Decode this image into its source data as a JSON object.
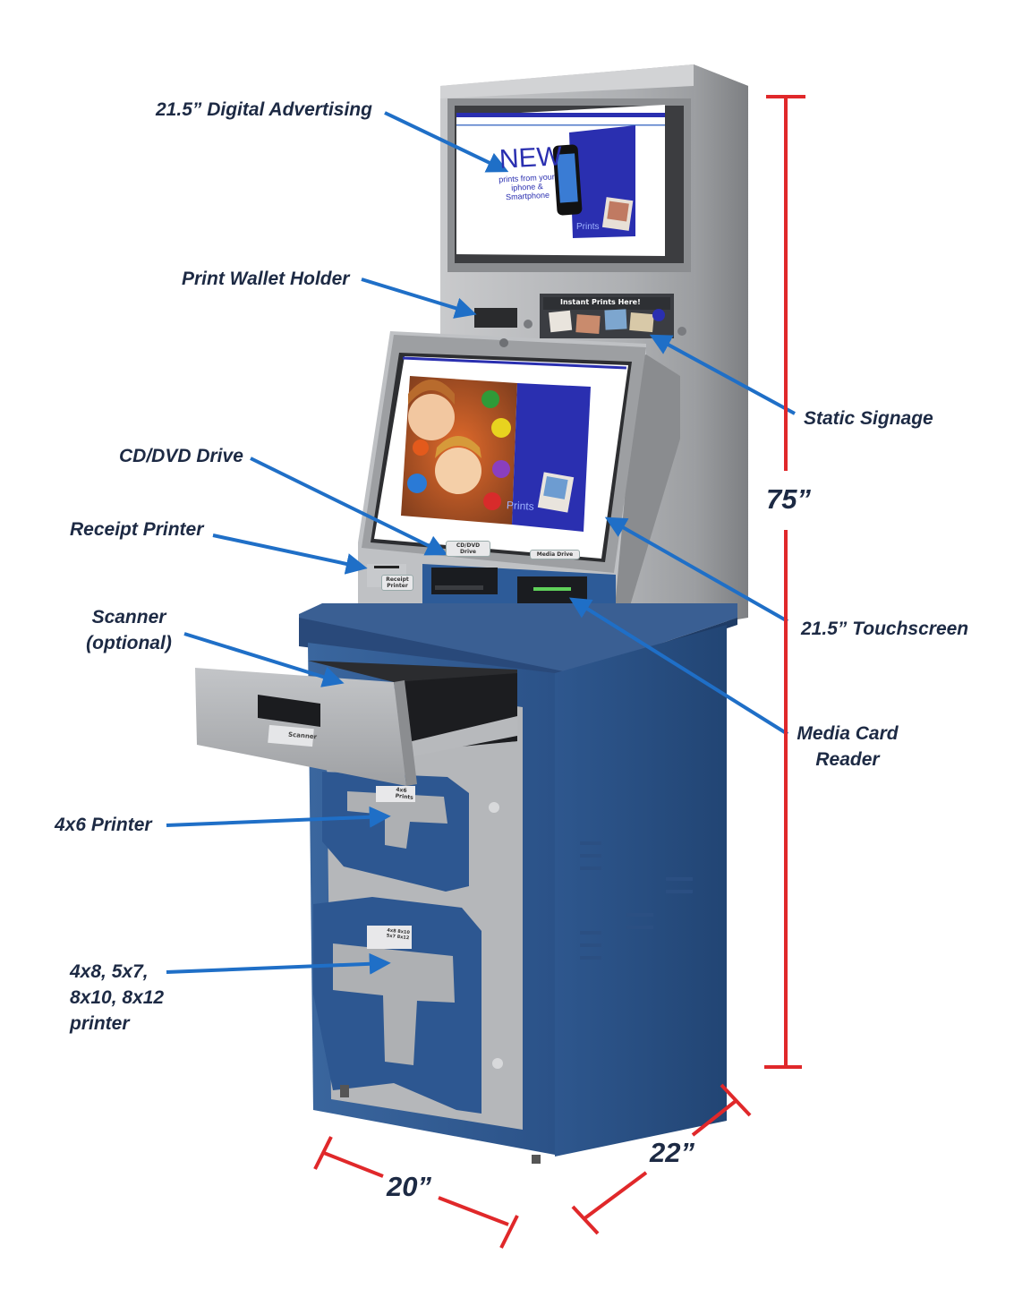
{
  "callouts": {
    "digital_advertising": "21.5” Digital Advertising",
    "print_wallet_holder": "Print Wallet Holder",
    "static_signage": "Static Signage",
    "cd_dvd_drive": "CD/DVD Drive",
    "receipt_printer": "Receipt Printer",
    "scanner_line1": "Scanner",
    "scanner_line2": "(optional)",
    "touchscreen": "21.5” Touchscreen",
    "media_card_line1": "Media Card",
    "media_card_line2": "Reader",
    "printer_4x6": "4x6 Printer",
    "large_printer_line1": "4x8, 5x7,",
    "large_printer_line2": "8x10, 8x12",
    "large_printer_line3": "printer"
  },
  "dimensions": {
    "height": "75”",
    "width": "20”",
    "depth": "22”"
  },
  "ad_screen": {
    "headline": "NEW",
    "line1": "prints from your",
    "line2": "iphone &",
    "line3": "Smartphone",
    "panel_label": "Prints"
  },
  "signage": {
    "title": "Instant Prints Here!"
  },
  "touchscreen": {
    "panel_label": "Prints"
  },
  "device_labels": {
    "cd_drive": "CD/DVD Drive",
    "media_drive": "Media Drive",
    "receipt": "Receipt Printer",
    "scanner": "Scanner",
    "printer_small": "4x6 Prints",
    "printer_large": "4x8 8x10 5x7 8x12"
  },
  "colors": {
    "arrow": "#1f6fc7",
    "dimension_line": "#e0282a",
    "cabinet_blue": "#2f5a92",
    "kiosk_gray": "#a9abae",
    "ad_blue": "#2a2fb0",
    "label_text": "#1d2a44"
  }
}
